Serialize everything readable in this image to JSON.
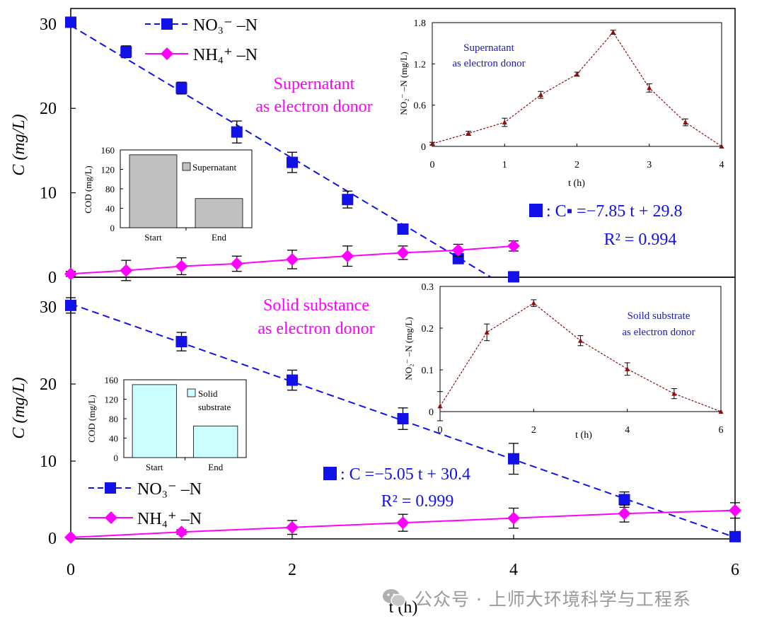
{
  "colors": {
    "nitrate": "#1212e8",
    "ammonium": "#ff00ff",
    "nitrite": "#8b1010",
    "inset_blue": "#1a1ab4",
    "cod_gray": "#c0c0c0",
    "cod_cyan": "#ccffff"
  },
  "x_axis": {
    "label": "t (h)",
    "ticks": [
      "0",
      "2",
      "4",
      "6"
    ]
  },
  "y_ticks": [
    "0",
    "10",
    "20",
    "30"
  ],
  "legend": {
    "nitrate": "NO₃⁻ –N",
    "ammonium": "NH₄⁺ –N"
  },
  "watermark": "公众号 · 上师大环境科学与工程系",
  "chart_data": [
    {
      "type": "line",
      "panel": "top",
      "title": "Supernatant as electron donor",
      "title_lines": [
        "Supernatant",
        "as electron donor"
      ],
      "xlabel": "t (h)",
      "ylabel": "C (mg/L)",
      "xlim": [
        0,
        6
      ],
      "ylim": [
        0,
        33
      ],
      "series": [
        {
          "name": "NO₃⁻ –N",
          "marker": "square",
          "x": [
            0,
            0.5,
            1,
            1.5,
            2,
            2.5,
            3,
            3.5,
            4
          ],
          "y": [
            30.2,
            26.7,
            22.4,
            17.2,
            13.6,
            9.2,
            5.7,
            2.2,
            0.05
          ],
          "err": [
            0.6,
            0.7,
            0.7,
            1.3,
            1.2,
            1,
            0.5,
            0.3,
            0
          ]
        },
        {
          "name": "NH₄⁺ –N",
          "marker": "diamond",
          "x": [
            0,
            0.5,
            1,
            1.5,
            2,
            2.5,
            3,
            3.5,
            4
          ],
          "y": [
            0.4,
            0.8,
            1.3,
            1.6,
            2.1,
            2.5,
            2.9,
            3.2,
            3.7
          ],
          "err": [
            0.3,
            1.2,
            1,
            0.9,
            1.1,
            1.2,
            0.8,
            0.7,
            0.6
          ]
        }
      ],
      "fit": {
        "text": ": C▪ =−7.85 t + 29.8",
        "r2": "R² = 0.994",
        "slope": -7.85,
        "intercept": 29.8
      }
    },
    {
      "type": "line",
      "panel": "bottom",
      "title": "Solid substance as electron donor",
      "title_lines": [
        "Solid substance",
        "as electron donor"
      ],
      "xlabel": "t (h)",
      "ylabel": "C (mg/L)",
      "xlim": [
        0,
        6
      ],
      "ylim": [
        0,
        33
      ],
      "series": [
        {
          "name": "NO₃⁻ –N",
          "marker": "square",
          "x": [
            0,
            1,
            2,
            3,
            4,
            5,
            6
          ],
          "y": [
            30.2,
            25.5,
            20.5,
            15.5,
            10.3,
            5,
            0.2
          ],
          "err": [
            1,
            1.2,
            1.3,
            1.4,
            2,
            1,
            0.2
          ]
        },
        {
          "name": "NH₄⁺ –N",
          "marker": "diamond",
          "x": [
            0,
            1,
            2,
            3,
            4,
            5,
            6
          ],
          "y": [
            0.1,
            0.8,
            1.4,
            2,
            2.6,
            3.2,
            3.6
          ],
          "err": [
            0,
            0.3,
            0.9,
            1.1,
            1.3,
            1.1,
            1
          ]
        }
      ],
      "fit": {
        "text": ": C =−5.05 t + 30.4",
        "r2": "R² = 0.999",
        "slope": -5.05,
        "intercept": 30.4
      }
    },
    {
      "type": "line",
      "panel": "top-inset-nitrite",
      "annotation": [
        "Supernatant",
        "as electron donor"
      ],
      "xlabel": "t (h)",
      "ylabel": "NO₂⁻ –N (mg/L)",
      "xlim": [
        0,
        4
      ],
      "ylim": [
        0,
        1.8
      ],
      "xticks": [
        "0",
        "1",
        "2",
        "3",
        "4"
      ],
      "yticks": [
        "0",
        "0.6",
        "1.2",
        "1.8"
      ],
      "series": [
        {
          "x": [
            0,
            0.5,
            1,
            1.5,
            2,
            2.5,
            3,
            3.5,
            4
          ],
          "y": [
            0.04,
            0.19,
            0.35,
            0.75,
            1.05,
            1.66,
            0.85,
            0.35,
            0
          ],
          "err": [
            0.02,
            0.03,
            0.06,
            0.05,
            0.03,
            0.03,
            0.06,
            0.05,
            0
          ]
        }
      ]
    },
    {
      "type": "line",
      "panel": "bottom-inset-nitrite",
      "annotation": [
        "Soild substrate",
        "as electron donor"
      ],
      "xlabel": "t (h)",
      "ylabel": "NO₂⁻ –N (mg/L)",
      "xlim": [
        0,
        6
      ],
      "ylim": [
        0,
        0.3
      ],
      "xticks": [
        "0",
        "2",
        "4",
        "6"
      ],
      "yticks": [
        "0",
        "0.1",
        "0.2",
        "0.3"
      ],
      "series": [
        {
          "x": [
            0,
            1,
            2,
            3,
            4,
            5,
            6
          ],
          "y": [
            0.013,
            0.19,
            0.26,
            0.17,
            0.102,
            0.043,
            0
          ],
          "err": [
            0.035,
            0.02,
            0.008,
            0.012,
            0.015,
            0.012,
            0
          ]
        }
      ]
    },
    {
      "type": "bar",
      "panel": "top-inset-cod",
      "categories": [
        "Start",
        "End"
      ],
      "values": [
        150,
        60
      ],
      "ylim": [
        0,
        160
      ],
      "yticks": [
        "0",
        "40",
        "80",
        "120",
        "160"
      ],
      "ylabel": "COD (mg/L)",
      "legend": [
        "Supernatant"
      ]
    },
    {
      "type": "bar",
      "panel": "bottom-inset-cod",
      "categories": [
        "Start",
        "End"
      ],
      "values": [
        150,
        65
      ],
      "ylim": [
        0,
        160
      ],
      "yticks": [
        "0",
        "40",
        "80",
        "120",
        "160"
      ],
      "ylabel": "COD (mg/L)",
      "legend": [
        "Solid",
        "substrate"
      ]
    }
  ]
}
